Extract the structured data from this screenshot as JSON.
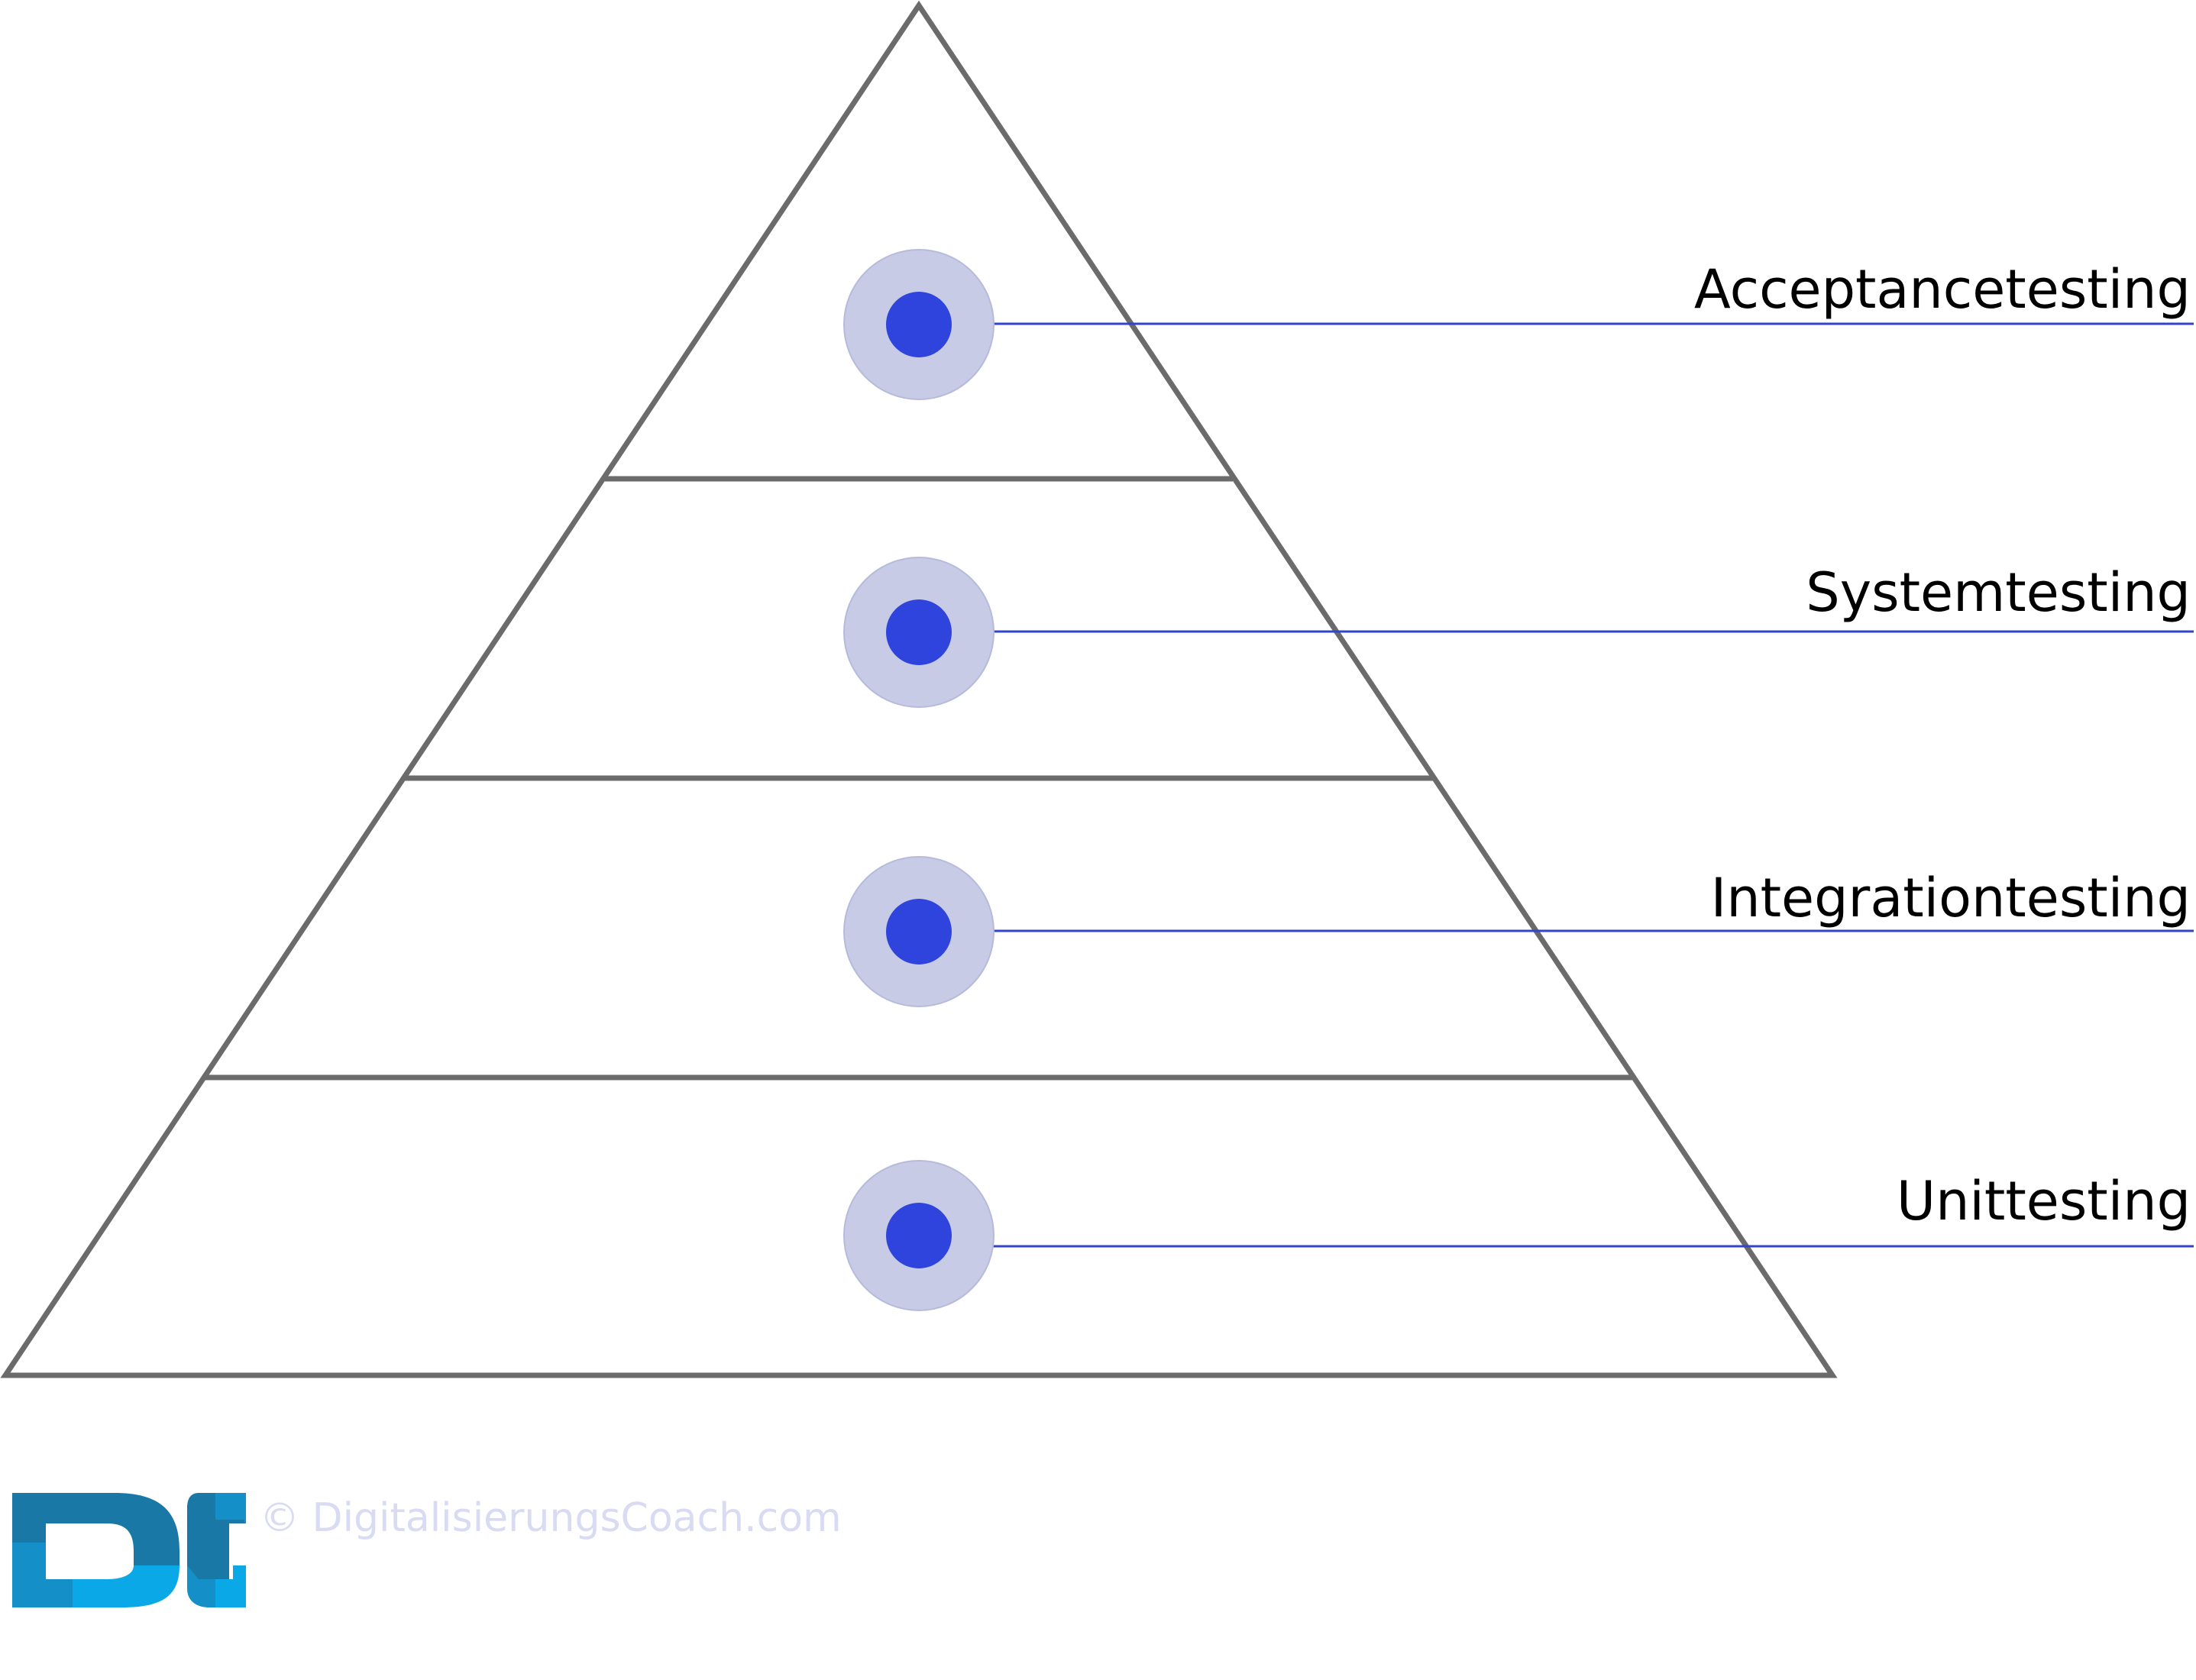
{
  "diagram": {
    "levels": [
      {
        "label": "Acceptancetesting"
      },
      {
        "label": "Systemtesting"
      },
      {
        "label": "Integrationtesting"
      },
      {
        "label": "Unittesting"
      }
    ]
  },
  "footer": {
    "logo_letters": "DC",
    "copyright": "© DigitalisierungsCoach.com"
  },
  "colors": {
    "outline": "#6b6b6b",
    "connector": "#3344cc",
    "dot_inner": "#2e44dd",
    "dot_halo": "#c8cbe5",
    "copyright_text": "#d8dbf2",
    "logo_dark": "#1a78a6",
    "logo_mid": "#148fc8",
    "logo_light": "#0aa8e6"
  },
  "icons": {
    "marker": "target-dot-icon",
    "logo": "dc-logo-icon"
  }
}
